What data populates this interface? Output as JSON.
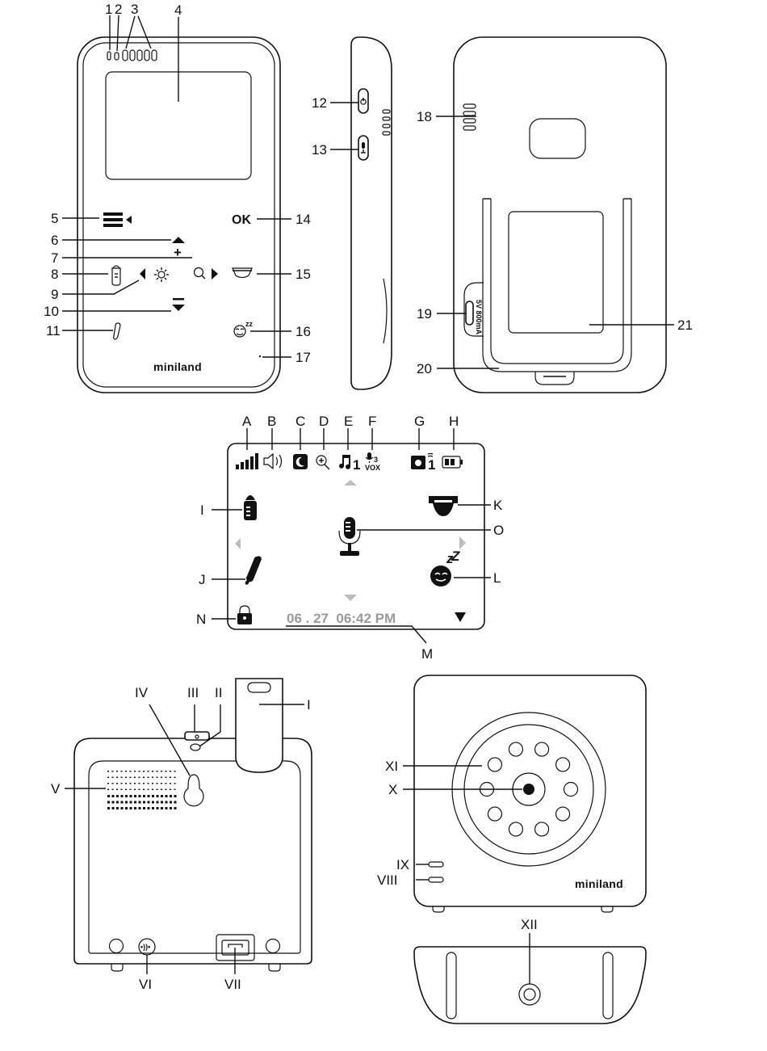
{
  "callouts": {
    "monitor_front": [
      "1",
      "2",
      "3",
      "4",
      "5",
      "6",
      "7",
      "8",
      "9",
      "10",
      "11",
      "14",
      "15",
      "16",
      "17"
    ],
    "monitor_side": [
      "12",
      "13"
    ],
    "monitor_back": [
      "18",
      "19",
      "20",
      "21"
    ],
    "screen": [
      "A",
      "B",
      "C",
      "D",
      "E",
      "F",
      "G",
      "H",
      "I",
      "K",
      "O",
      "J",
      "L",
      "N",
      "M"
    ],
    "camera_back": [
      "IV",
      "III",
      "II",
      "I",
      "V",
      "VI",
      "VII"
    ],
    "camera_front": [
      "XI",
      "X",
      "IX",
      "VIII"
    ],
    "camera_bottom": [
      "XII"
    ]
  },
  "brand": "miniland",
  "monitor_front": {
    "ok_label": "OK"
  },
  "monitor_back": {
    "port_label": "5V 800mA"
  },
  "screen": {
    "datetime": "06 . 27  06:42 PM",
    "music_track": "1",
    "vox_level": "3",
    "vox_label": "VOX",
    "camera_number": "1"
  },
  "colors": {
    "line": "#111111",
    "screen_gray": "#9a9a9a",
    "arrow_gray": "#bdbdbd"
  }
}
